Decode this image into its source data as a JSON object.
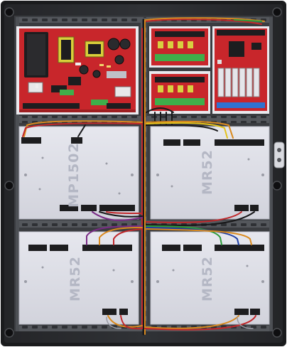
{
  "scene": {
    "description_colors": {
      "enclosure": "#2b2d30",
      "enclosure_edge": "#1a1b1d",
      "rail": "#5a5d62",
      "module_plate": "#dcdde5",
      "pcb_red": "#c8262b",
      "wire_orange": "#d98a1f",
      "wire_red": "#c0282b",
      "wire_black": "#18181a",
      "wire_yellow": "#e3c21a",
      "wire_purple": "#7a2b86",
      "wire_green": "#2c9a3a",
      "wire_blue": "#1e3fa6",
      "terminal_black": "#1d1d1f",
      "terminal_green": "#3fae4a",
      "terminal_blue": "#2f72d0"
    }
  },
  "boards": {
    "controller": {
      "label": "MP1502"
    },
    "top_right": {
      "label": "MR52"
    },
    "bottom_left": {
      "label": "MR52"
    },
    "bottom_right": {
      "label": "MR52"
    }
  }
}
